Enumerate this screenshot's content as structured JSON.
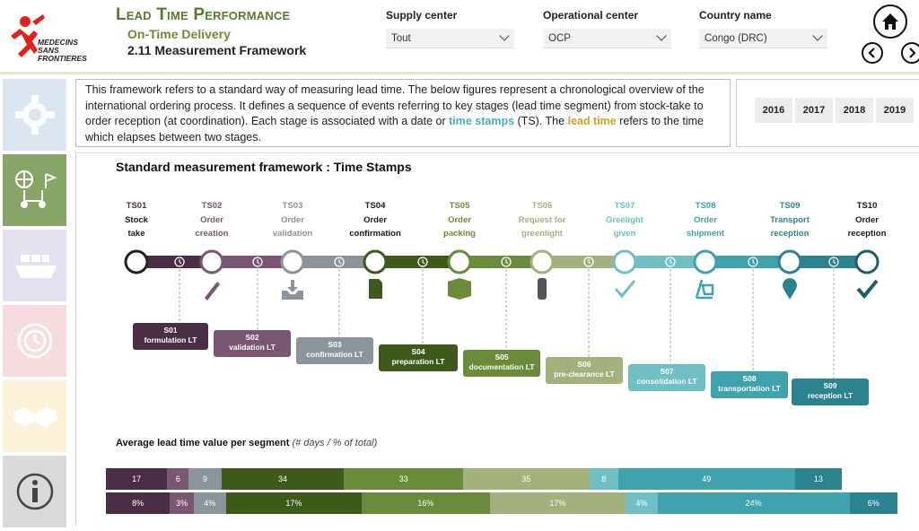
{
  "header": {
    "logo_text_1": "MEDECINS",
    "logo_text_2": "SANS FRONTIERES",
    "title": "Lead Time Performance",
    "subtitle": "On-Time Delivery",
    "section": "2.11 Measurement Framework",
    "filters": [
      {
        "label": "Supply center",
        "value": "Tout"
      },
      {
        "label": "Operational center",
        "value": "OCP"
      },
      {
        "label": "Country name",
        "value": "Congo (DRC)"
      }
    ],
    "home_icon": "home-icon",
    "prev_icon": "chevron-left-icon",
    "next_icon": "chevron-right-icon"
  },
  "sidebar": {
    "items": [
      {
        "icon": "gear-icon",
        "color": "#dbe6f0"
      },
      {
        "icon": "globe-flow-icon",
        "color": "#86a566"
      },
      {
        "icon": "ship-icon",
        "color": "#e4e0ee"
      },
      {
        "icon": "clock-cycle-icon",
        "color": "#f6dcdc"
      },
      {
        "icon": "handshake-icon",
        "color": "#fbf2d9"
      },
      {
        "icon": "info-icon",
        "color": "#d9d9d9"
      }
    ]
  },
  "description": {
    "part1": "This framework refers to a standard way of measuring lead time. The below figures represent a chronological overview of the international ordering process. It defines a sequence of events referring to key stages (lead time segment) from stock-take to order reception (at coordination). Each stage is associated with a date or ",
    "time_stamps": "time stamps",
    "part2": " (TS). The ",
    "lead_time": "lead time",
    "part3": " refers to the time which elapses between two stages."
  },
  "years": [
    "2016",
    "2017",
    "2018",
    "2019"
  ],
  "framework": {
    "title": "Standard measurement framework : Time Stamps",
    "timestamps": [
      {
        "code": "TS01",
        "l1": "Stock",
        "l2": "take",
        "color": "#4a2e45",
        "icon": "none"
      },
      {
        "code": "TS02",
        "l1": "Order",
        "l2": "creation",
        "color": "#7a5672",
        "icon": "pen-icon"
      },
      {
        "code": "TS03",
        "l1": "Order",
        "l2": "validation",
        "color": "#8a949a",
        "icon": "inbox-download-icon"
      },
      {
        "code": "TS04",
        "l1": "Order",
        "l2": "confirmation",
        "color": "#3e5a1a",
        "icon": "document-icon"
      },
      {
        "code": "TS05",
        "l1": "Order",
        "l2": "packing",
        "color": "#6a8b3a",
        "icon": "package-icon"
      },
      {
        "code": "TS06",
        "l1": "Request for",
        "l2": "greenlight",
        "color": "#a3b27d",
        "icon": "traffic-light-icon"
      },
      {
        "code": "TS07",
        "l1": "Greelight",
        "l2": "given",
        "color": "#6fbfc5",
        "icon": "check-icon"
      },
      {
        "code": "TS08",
        "l1": "Order",
        "l2": "shipment",
        "color": "#3fa2ad",
        "icon": "hand-truck-icon"
      },
      {
        "code": "TS09",
        "l1": "Transport",
        "l2": "reception",
        "color": "#2b8390",
        "icon": "map-pin-icon"
      },
      {
        "code": "TS10",
        "l1": "Order",
        "l2": "reception",
        "color": "#1f5e66",
        "icon": "check-bold-icon"
      }
    ],
    "segments": [
      {
        "code": "S01",
        "label": "formulation LT",
        "color": "#4a2e45"
      },
      {
        "code": "S02",
        "label": "validation LT",
        "color": "#7a5672"
      },
      {
        "code": "S03",
        "label": "confirmation LT",
        "color": "#8a949a"
      },
      {
        "code": "S04",
        "label": "preparation LT",
        "color": "#3e5a1a"
      },
      {
        "code": "S05",
        "label": "documentation LT",
        "color": "#6a8b3a"
      },
      {
        "code": "S06",
        "label": "pre-clearance LT",
        "color": "#a3b27d"
      },
      {
        "code": "S07",
        "label": "consolidation LT",
        "color": "#6fbfc5"
      },
      {
        "code": "S08",
        "label": "transportation LT",
        "color": "#3fa2ad"
      },
      {
        "code": "S09",
        "label": "reception LT",
        "color": "#2b8390"
      }
    ]
  },
  "averages": {
    "title": "Average lead time value per segment",
    "subtitle": "(# days / % of total)",
    "days": [
      17,
      6,
      9,
      34,
      33,
      35,
      8,
      49,
      13
    ],
    "percents": [
      "8%",
      "3%",
      "4%",
      "17%",
      "16%",
      "17%",
      "4%",
      "24%",
      "6%"
    ],
    "percent_values": [
      8,
      3,
      4,
      17,
      16,
      17,
      4,
      24,
      6
    ]
  }
}
